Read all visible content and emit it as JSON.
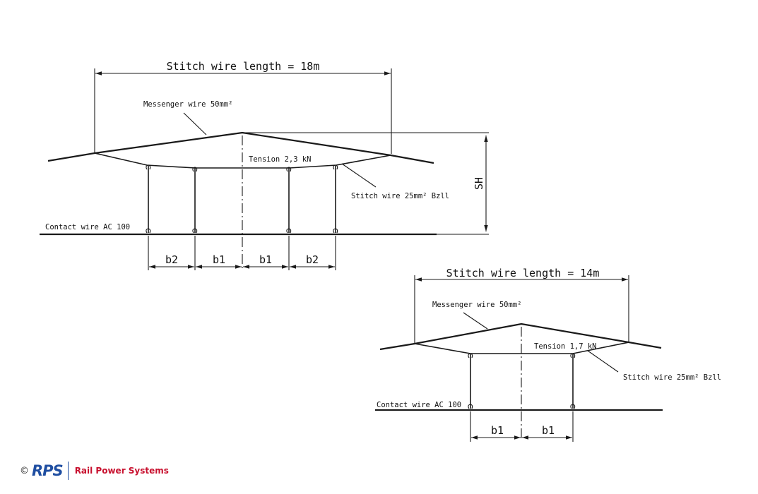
{
  "diagram_top": {
    "length_label": "Stitch wire length = 18m",
    "messenger_label": "Messenger wire 50mm²",
    "tension_label": "Tension 2,3 kN",
    "stitch_label": "Stitch wire 25mm² Bzll",
    "contact_label": "Contact wire AC 100",
    "height_label": "SH",
    "spans": [
      "b2",
      "b1",
      "b1",
      "b2"
    ]
  },
  "diagram_bottom": {
    "length_label": "Stitch wire length = 14m",
    "messenger_label": "Messenger wire 50mm²",
    "tension_label": "Tension 1,7 kN",
    "stitch_label": "Stitch wire 25mm² Bzll",
    "contact_label": "Contact wire AC 100",
    "spans": [
      "b1",
      "b1"
    ]
  },
  "footer": {
    "copyright": "©",
    "logo_mark": "RPS",
    "company": "Rail Power Systems",
    "brand_blue": "#1f4ea1",
    "brand_red": "#c8102e"
  }
}
